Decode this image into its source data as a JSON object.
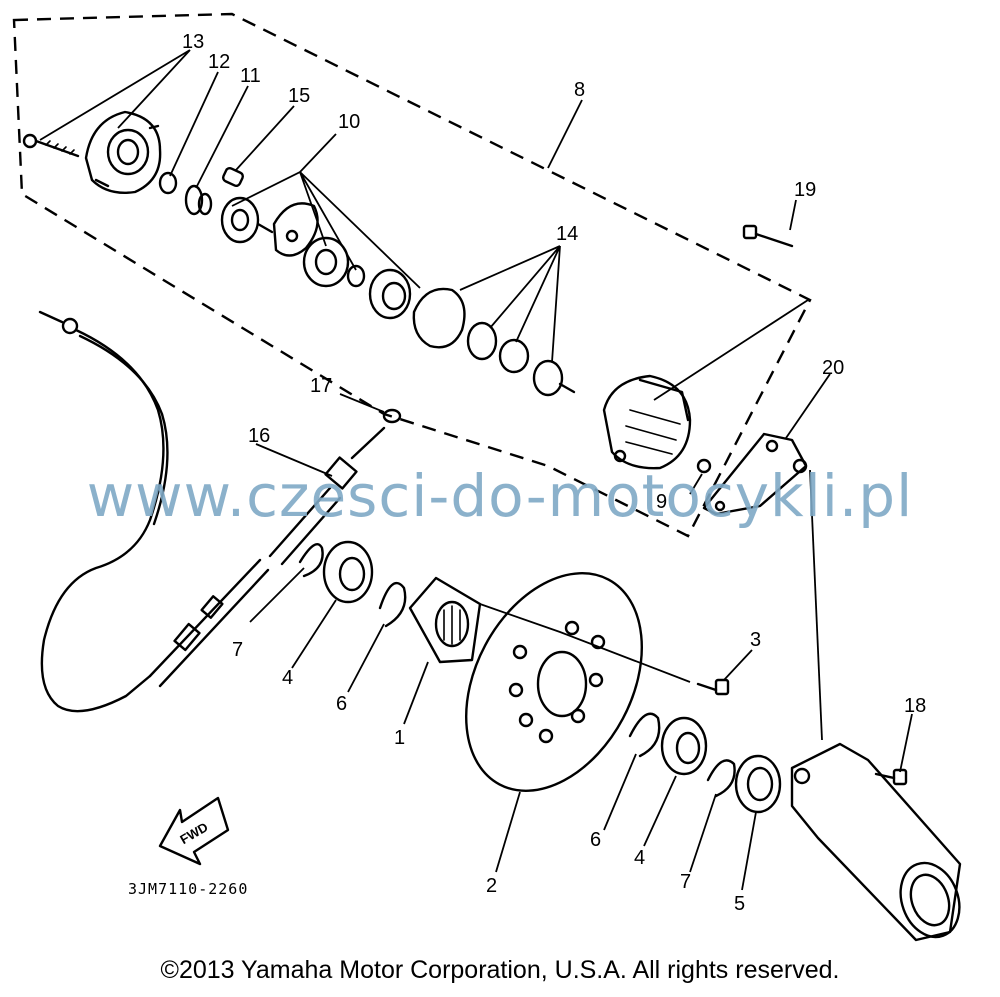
{
  "diagram": {
    "callouts": [
      {
        "id": "c13a",
        "text": "13"
      },
      {
        "id": "c12",
        "text": "12"
      },
      {
        "id": "c11",
        "text": "11"
      },
      {
        "id": "c15",
        "text": "15"
      },
      {
        "id": "c10",
        "text": "10"
      },
      {
        "id": "c8",
        "text": "8"
      },
      {
        "id": "c19",
        "text": "19"
      },
      {
        "id": "c14",
        "text": "14"
      },
      {
        "id": "c17",
        "text": "17"
      },
      {
        "id": "c16",
        "text": "16"
      },
      {
        "id": "c20",
        "text": "20"
      },
      {
        "id": "c9",
        "text": "9"
      },
      {
        "id": "c7a",
        "text": "7"
      },
      {
        "id": "c4a",
        "text": "4"
      },
      {
        "id": "c6a",
        "text": "6"
      },
      {
        "id": "c1",
        "text": "1"
      },
      {
        "id": "c3",
        "text": "3"
      },
      {
        "id": "c18",
        "text": "18"
      },
      {
        "id": "c2",
        "text": "2"
      },
      {
        "id": "c6b",
        "text": "6"
      },
      {
        "id": "c4b",
        "text": "4"
      },
      {
        "id": "c7b",
        "text": "7"
      },
      {
        "id": "c5",
        "text": "5"
      }
    ],
    "fwd_label": "FWD",
    "part_code": "3JM7110-2260"
  },
  "watermark": "www.czesci-do-motocykli.pl",
  "copyright": "©2013 Yamaha Motor Corporation, U.S.A. All rights reserved."
}
